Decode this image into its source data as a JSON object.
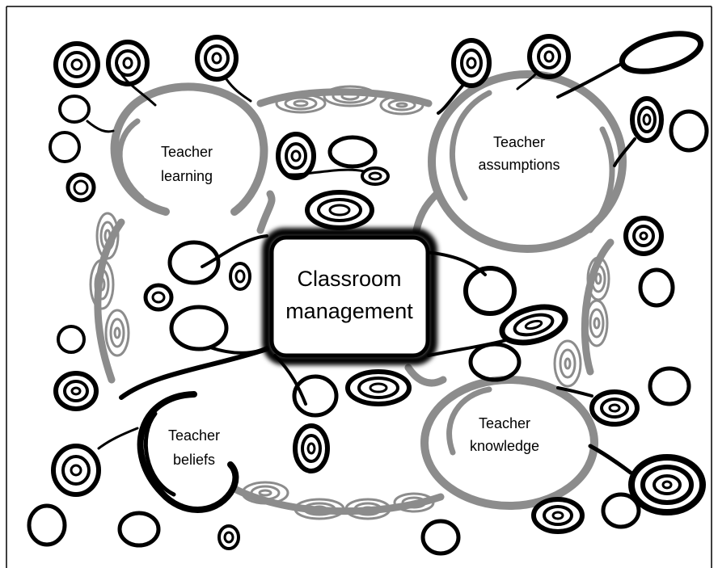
{
  "diagram": {
    "center": {
      "line1": "Classroom",
      "line2": "management"
    },
    "nodes": [
      {
        "id": "learning",
        "line1": "Teacher",
        "line2": "learning"
      },
      {
        "id": "assumptions",
        "line1": "Teacher",
        "line2": "assumptions"
      },
      {
        "id": "beliefs",
        "line1": "Teacher",
        "line2": "beliefs"
      },
      {
        "id": "knowledge",
        "line1": "Teacher",
        "line2": "knowledge"
      }
    ]
  },
  "colors": {
    "ink": "#000000",
    "ring": "#8c8c8c",
    "spiral_grey": "#9a9a9a",
    "background": "#ffffff"
  }
}
